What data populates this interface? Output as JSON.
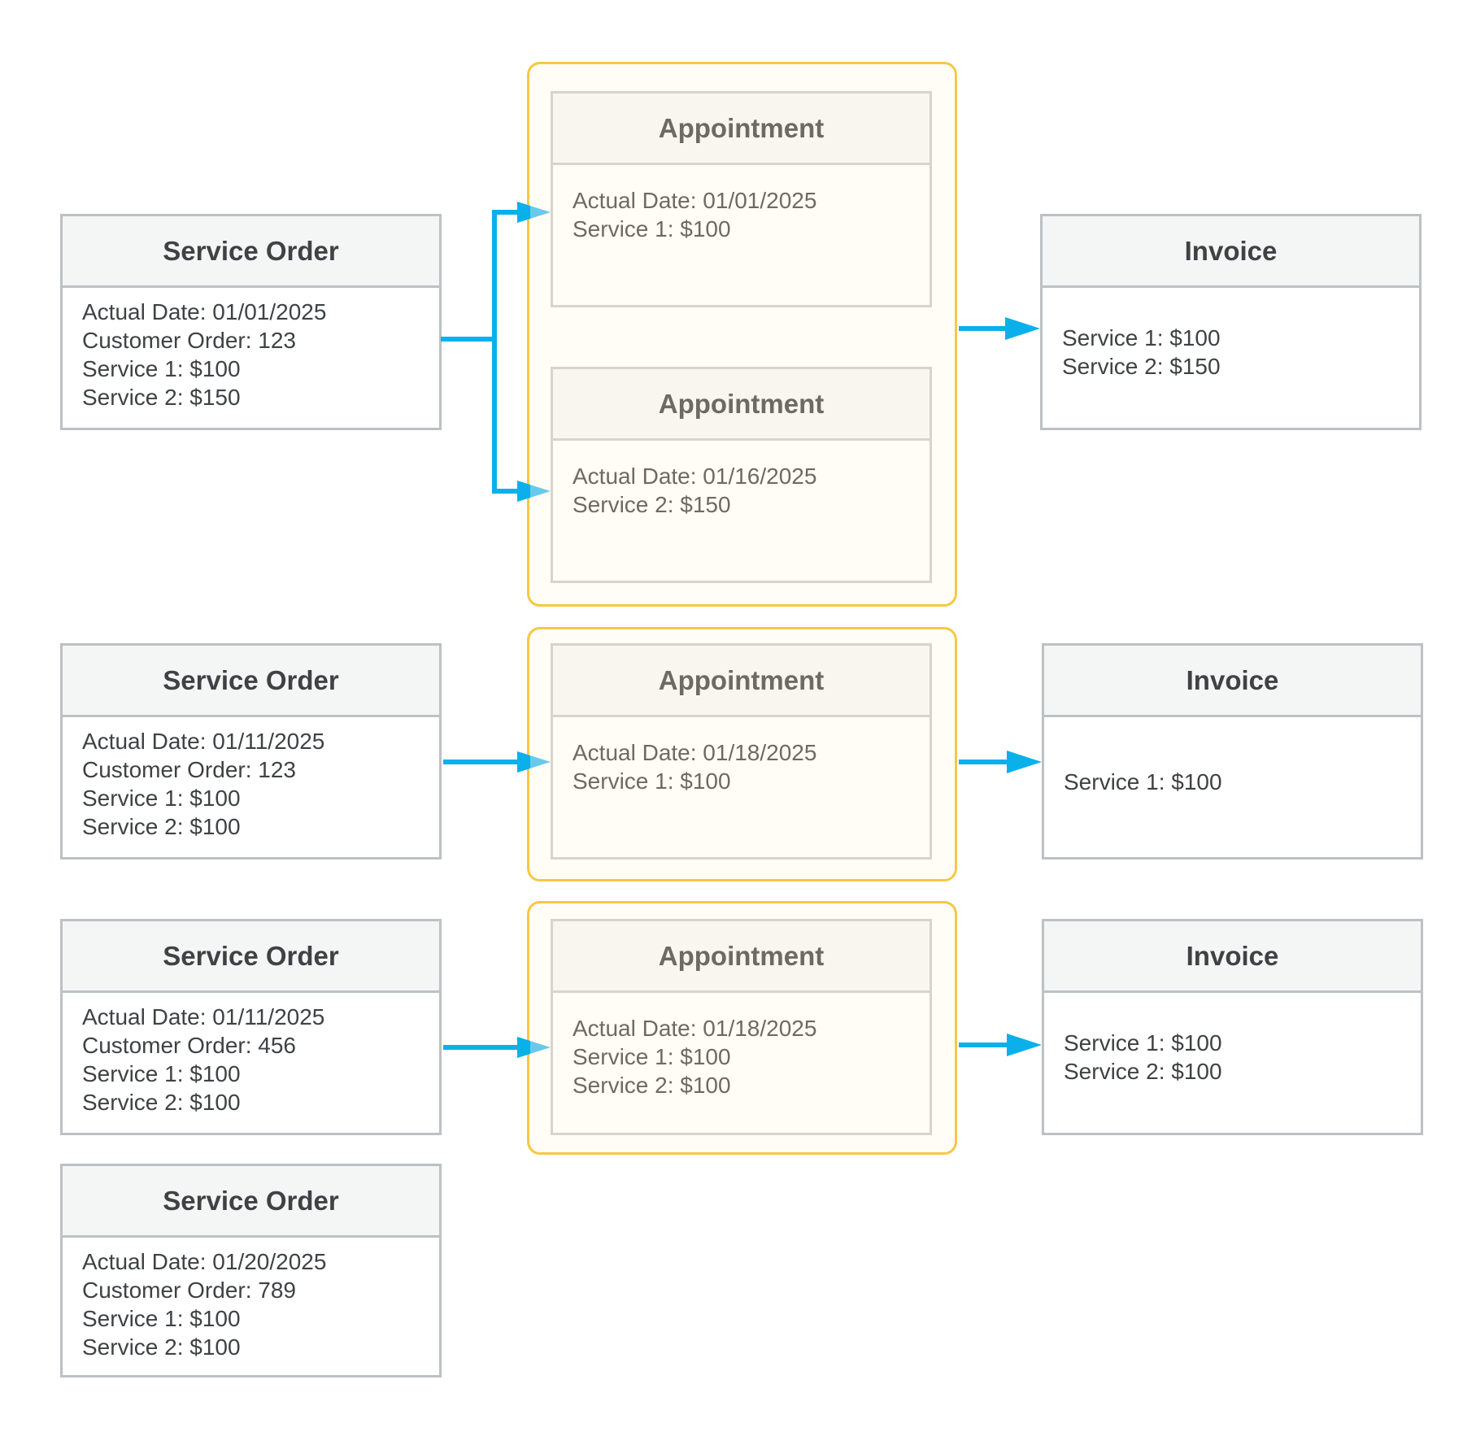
{
  "colors": {
    "connector": "#0ab0ea",
    "arrowhead_light": "#69c9ea",
    "group_border": "#f7c744",
    "group_fill": "#fffdf5",
    "card_border": "#bcc1c3",
    "card_header_fill": "#f4f5f5",
    "text_dark": "#3f4244",
    "text_muted": "#6d6a63"
  },
  "service_orders": [
    {
      "title": "Service Order",
      "lines": [
        "Actual Date: 01/01/2025",
        "Customer Order: 123",
        "Service 1: $100",
        "Service 2: $150"
      ]
    },
    {
      "title": "Service Order",
      "lines": [
        "Actual Date: 01/11/2025",
        "Customer Order: 123",
        "Service 1: $100",
        "Service 2: $100"
      ]
    },
    {
      "title": "Service Order",
      "lines": [
        "Actual Date: 01/11/2025",
        "Customer Order: 456",
        "Service 1: $100",
        "Service 2: $100"
      ]
    },
    {
      "title": "Service Order",
      "lines": [
        "Actual Date: 01/20/2025",
        "Customer Order: 789",
        "Service 1: $100",
        "Service 2: $100"
      ]
    }
  ],
  "appointments": [
    {
      "title": "Appointment",
      "lines": [
        "Actual Date: 01/01/2025",
        "Service 1: $100"
      ]
    },
    {
      "title": "Appointment",
      "lines": [
        "Actual Date: 01/16/2025",
        "Service 2: $150"
      ]
    },
    {
      "title": "Appointment",
      "lines": [
        "Actual Date: 01/18/2025",
        "Service 1: $100"
      ]
    },
    {
      "title": "Appointment",
      "lines": [
        "Actual Date: 01/18/2025",
        "Service 1: $100",
        "Service 2: $100"
      ]
    }
  ],
  "invoices": [
    {
      "title": "Invoice",
      "lines": [
        "Service 1: $100",
        "Service 2: $150"
      ]
    },
    {
      "title": "Invoice",
      "lines": [
        "Service 1: $100"
      ]
    },
    {
      "title": "Invoice",
      "lines": [
        "Service 1: $100",
        "Service 2: $100"
      ]
    }
  ]
}
